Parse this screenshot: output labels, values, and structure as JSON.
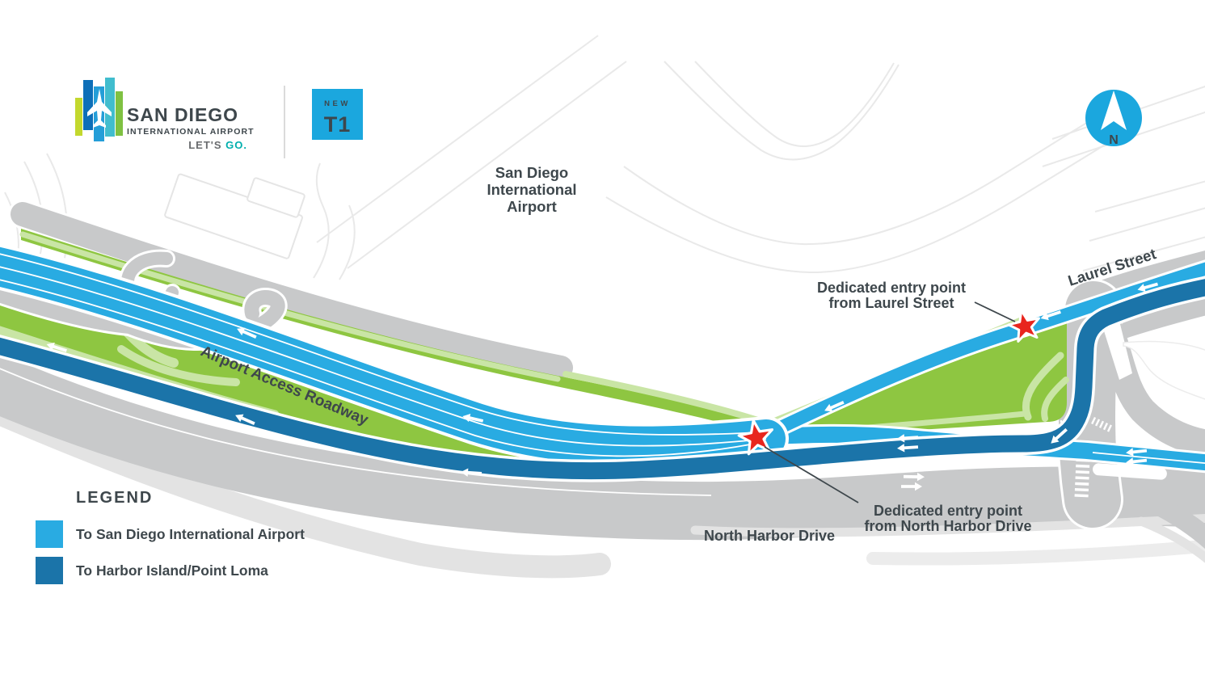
{
  "logo": {
    "title": "SAN DIEGO",
    "subtitle": "INTERNATIONAL AIRPORT",
    "tagline": "LET'S ",
    "tagline_accent": "GO."
  },
  "badge": {
    "line1": "NEW",
    "line2": "T1"
  },
  "compass": {
    "label": "N"
  },
  "map": {
    "airport_label": {
      "line1": "San Diego",
      "line2": "International",
      "line3": "Airport"
    },
    "roadway_label": "Airport Access Roadway",
    "laurel_label": "Laurel Street",
    "harbor_label": "North Harbor Drive",
    "laurel_annotation": {
      "line1": "Dedicated entry point",
      "line2": "from Laurel Street"
    },
    "harbor_annotation": {
      "line1": "Dedicated entry point",
      "line2": "from North Harbor Drive"
    }
  },
  "legend": {
    "title": "LEGEND",
    "items": [
      {
        "color": "#29ABE2",
        "label": "To San Diego International Airport"
      },
      {
        "color": "#1B74A9",
        "label": "To Harbor Island/Point Loma"
      }
    ]
  },
  "colors": {
    "light_blue": "#29ABE2",
    "dark_blue": "#1B74A9",
    "green": "#8EC641",
    "light_green": "#C9E5A5",
    "road_gray": "#C8C9CA",
    "star_red": "#E8251D",
    "text": "#3E474C"
  }
}
